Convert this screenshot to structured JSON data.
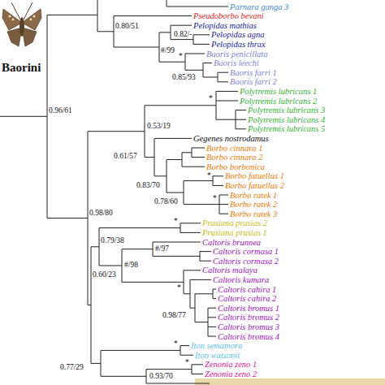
{
  "diagram": {
    "labels": [
      "Parnara ganga 3",
      "Pseudoborbo bevani",
      "0.80/51",
      "Pelopidas mathias",
      "Pelopidas agna",
      "#/99",
      "Pelopidas thrax",
      "0.82/-",
      "Baoris penicillata",
      "*",
      "Baoris leechi",
      "Baorini",
      "Baoris farri 1",
      "0.85/93",
      "Baoris farri 2",
      "Polytremis lubricans 1",
      "*",
      "Polytremis lubricans 2",
      "Polytremis lubricans 3",
      "0.96/61",
      "Polytremis lubricans 4",
      "0.53/19",
      "Polytremis lubricans 5",
      "Gegenes nostrodamus",
      "Borbo cinnara 1",
      "Borbo cinnara 2",
      "0.61/57",
      "Borbo borbonica",
      "*",
      "Borbo fatuellus 1",
      "Borbo fatuellus 2",
      "0.83/70",
      "Borbo ratek 1",
      "*",
      "Borbo ratek 2",
      "0.78/60",
      "Borbo ratek 3",
      "0.98/80",
      "*",
      "Prusiana prusias 2",
      "Prusiana prusias 1",
      "Caltoris brunnea",
      "0.79/38",
      "#/97",
      "Caltoris cormasa 1",
      "Caltoris cormasa 2",
      "#/98",
      "Caltoris malaya",
      "0.60/23",
      "Caltoris kumara",
      "*",
      "Caltoris cahira 1",
      "Caltoris cahira 2",
      "Caltoris bromus 1",
      "0.98/77",
      "Caltoris bromus 2",
      "Caltoris bromus 3",
      "Caltoris bromus 4",
      "*",
      "Iton semamora",
      "Iton watsonii",
      "*",
      "Zenonia zeno 1",
      "0.77/29",
      "Zenonia zeno 2",
      "0.93/70"
    ]
  }
}
